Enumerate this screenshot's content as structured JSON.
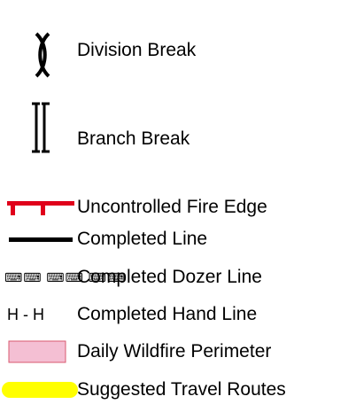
{
  "legend": {
    "items": [
      {
        "id": "division-break",
        "label": "Division Break",
        "icon": "division-break-icon"
      },
      {
        "id": "branch-break",
        "label": "Branch Break",
        "icon": "branch-break-icon"
      },
      {
        "id": "uncontrolled-fire-edge",
        "label": "Uncontrolled Fire Edge",
        "icon": "uncontrolled-fire-edge-icon",
        "color": "#e0001b"
      },
      {
        "id": "completed-line",
        "label": "Completed Line",
        "icon": "completed-line-icon",
        "color": "#000000"
      },
      {
        "id": "completed-dozer-line",
        "label": "Completed Dozer Line",
        "icon": "completed-dozer-line-icon",
        "symbol_text": "⌨⌨ ⌨⌨ ⌨⌨"
      },
      {
        "id": "completed-hand-line",
        "label": "Completed Hand Line",
        "icon": "completed-hand-line-icon",
        "symbol_text": "H - H"
      },
      {
        "id": "daily-wildfire-perimeter",
        "label": "Daily Wildfire Perimeter",
        "icon": "daily-wildfire-perimeter-icon",
        "fill_color": "#f4bfd3",
        "border_color": "#d85a6f"
      },
      {
        "id": "suggested-travel-routes",
        "label": "Suggested Travel Routes",
        "icon": "suggested-travel-routes-icon",
        "color": "#ffff00"
      }
    ]
  }
}
